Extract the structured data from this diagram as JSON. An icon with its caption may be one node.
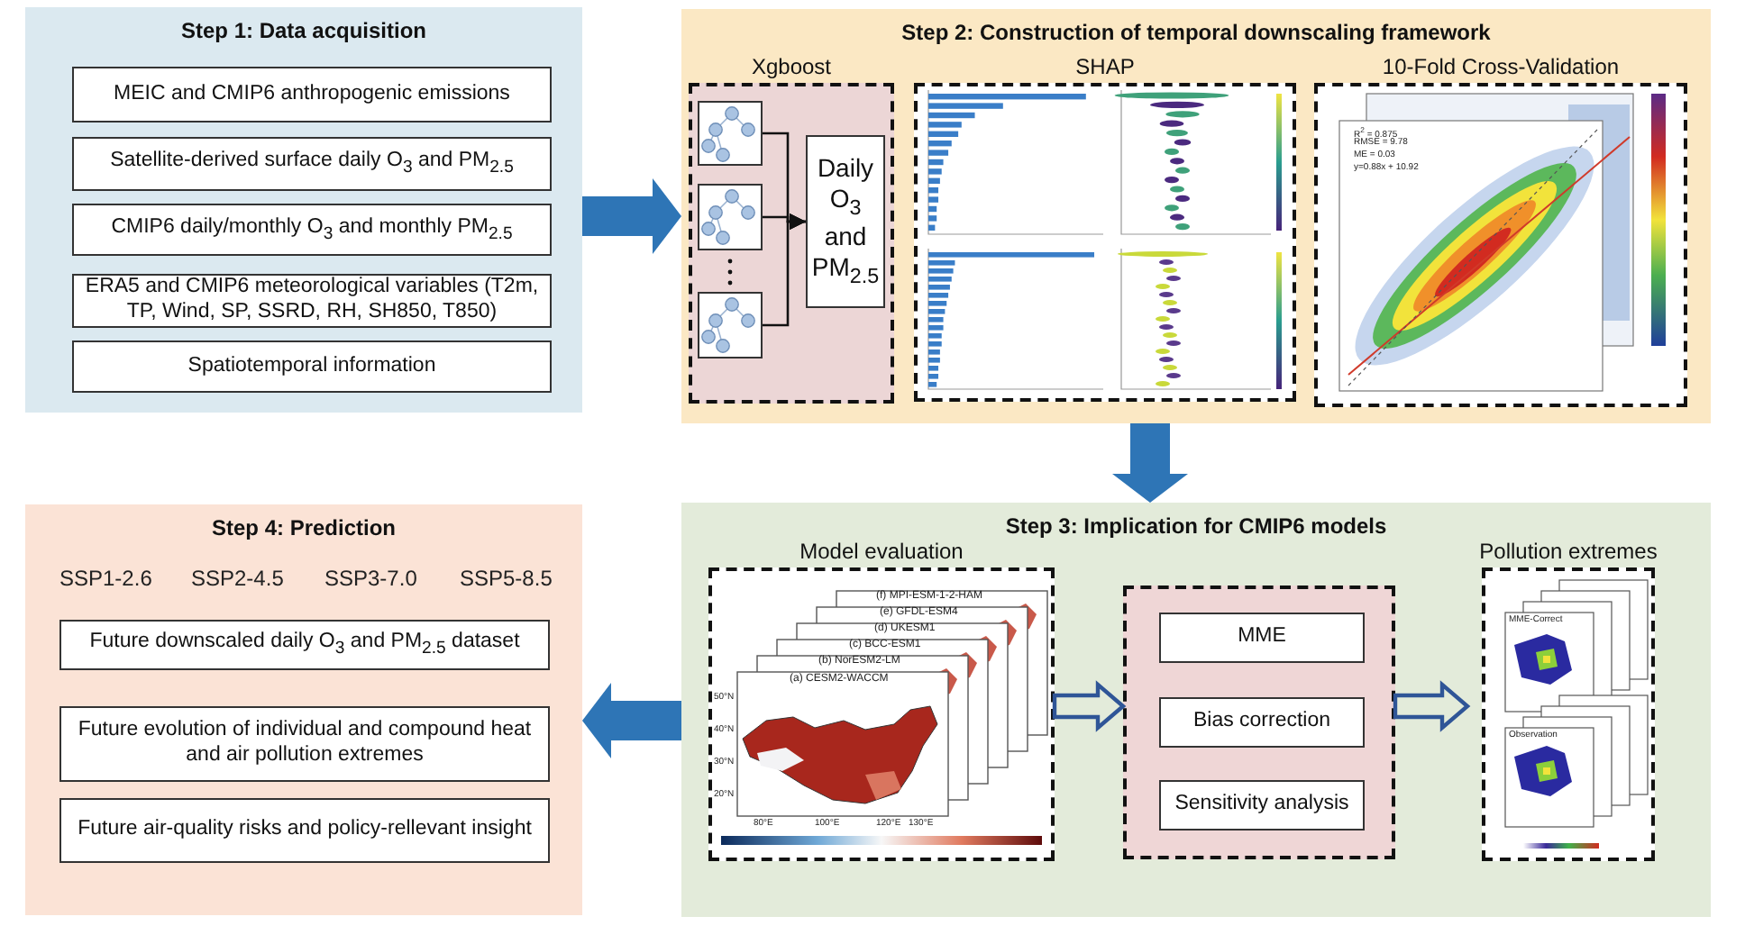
{
  "diagram": {
    "nodes": [
      {
        "text": [
          "Step 1: Data acquisition"
        ]
      },
      {
        "text": [
          "MEIC and CMIP6 anthropogenic emissions"
        ],
        "in": 0
      },
      {
        "text": [
          "Satellite-derived surface daily O$_{3}$ and PM$_{2.5}$"
        ],
        "in": 0
      },
      {
        "text": [
          "CMIP6 daily/monthly O$_{3}$ and monthly PM$_{2.5}$"
        ],
        "in": 0
      },
      {
        "text": [
          "ERA5 and CMIP6 meteorological variables (T2m, TP, Wind, SP, SSRD, RH, SH850, T850)"
        ],
        "in": 0
      },
      {
        "text": [
          "Spatiotemporal information"
        ],
        "in": 0
      },
      {
        "text": [
          "Step 2: Construction of temporal downscaling framework"
        ]
      },
      {
        "text": [
          "Xgboost"
        ],
        "in": 6
      },
      {
        "text": [],
        "shape": "picture",
        "in": 7
      },
      {
        "text": [],
        "shape": "picture",
        "in": 7
      },
      {
        "text": [],
        "shape": "picture",
        "in": 7
      },
      {
        "text": [
          "Daily O$_{3}$ and PM$_{2.5}$"
        ],
        "in": 7
      },
      {
        "text": [
          "SHAP"
        ],
        "in": 6
      },
      {
        "text": [
          "10-Fold Cross-Validation"
        ],
        "in": 6
      },
      {
        "text": [
          "Step 3: Implication for CMIP6 models"
        ]
      },
      {
        "text": [
          "Model evaluation"
        ],
        "in": 14
      },
      {
        "text": [],
        "shape": "box",
        "in": 14
      },
      {
        "text": [
          "MME"
        ],
        "in": 16
      },
      {
        "text": [
          "Bias correction"
        ],
        "in": 16
      },
      {
        "text": [
          "Sensitivity analysis"
        ],
        "in": 16
      },
      {
        "text": [
          "Pollution extremes"
        ],
        "in": 14
      },
      {
        "text": [
          "Step 4: Prediction"
        ]
      },
      {
        "text": [
          "Future downscaled daily O$_{3}$ and PM$_{2.5}$ dataset"
        ],
        "in": 21
      },
      {
        "text": [
          "Future evolution of individual and compound heat and air pollution extremes"
        ],
        "in": 21
      },
      {
        "text": [
          "Future air-quality risks and policy-rellevant insight"
        ],
        "in": 21
      }
    ],
    "edges": [
      {
        "from": 0,
        "to": 6,
        "arrow": "to",
        "style": "thick",
        "color": "#2e75b6"
      },
      {
        "from": 6,
        "to": 14,
        "arrow": "to",
        "style": "thick",
        "color": "#2e75b6"
      },
      {
        "from": 14,
        "to": 21,
        "arrow": "to",
        "style": "thick",
        "color": "#2e75b6"
      },
      {
        "from": 8,
        "to": 11,
        "arrow": "to"
      },
      {
        "from": 9,
        "to": 11,
        "arrow": "to"
      },
      {
        "from": 10,
        "to": 11,
        "arrow": "to"
      },
      {
        "from": 15,
        "to": 16,
        "arrow": "to",
        "color": "#2f5597"
      },
      {
        "from": 16,
        "to": 20,
        "arrow": "to",
        "color": "#2f5597"
      }
    ],
    "labels": [
      "R$^{2}$ = 0.875",
      "RMSE = 9.78",
      "ME = 0.03",
      "y=0.88x + 10.92",
      "(f) MPI-ESM-1-2-HAM",
      "(e) GFDL-ESM4",
      "(d) UKESM1",
      "(c) BCC-ESM1",
      "(b) NorESM2-LM",
      "(a) CESM2-WACCM",
      "50°N",
      "40°N",
      "30°N",
      "20°N",
      "80°E",
      "100°E",
      "120°E",
      "130°E",
      "MME-Correct",
      "Observation",
      "SSP1-2.6",
      "SSP2-4.5",
      "SSP3-7.0",
      "SSP5-8.5"
    ]
  }
}
